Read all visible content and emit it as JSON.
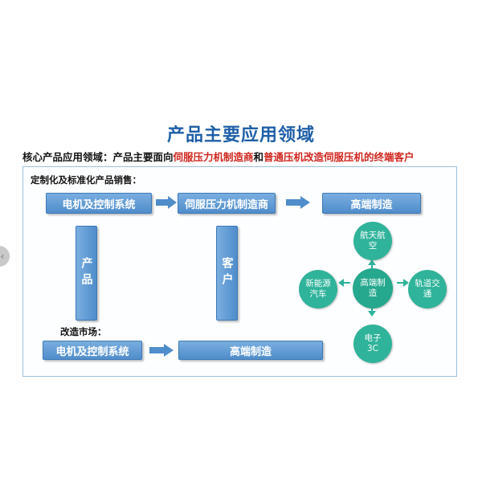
{
  "title": "产品主要应用领域",
  "subtitle": {
    "prefix": "核心产品应用领域：产品主要面向",
    "highlight1": "伺服压力机制造商",
    "connector": "和",
    "highlight2": "普通压机改造伺服压机的终端客户"
  },
  "section_custom": "定制化及标准化产品销售：",
  "section_retrofit": "改造市场：",
  "row1": [
    "电机及控制系统",
    "伺服压力机制造商",
    "高端制造"
  ],
  "row2": [
    "电机及控制系统",
    "高端制造"
  ],
  "vertical": [
    "产品",
    "客户"
  ],
  "hub": {
    "center": [
      "高端制",
      "造"
    ],
    "top": [
      "航天航",
      "空"
    ],
    "right": [
      "轨道交",
      "通"
    ],
    "bottom": [
      "电子",
      "3C"
    ],
    "left": [
      "新能源",
      "汽车"
    ]
  },
  "colors": {
    "box": "#4f8dcb",
    "circle": "#2fb39a",
    "title": "#1f5fa8",
    "highlight": "#d0251e"
  }
}
